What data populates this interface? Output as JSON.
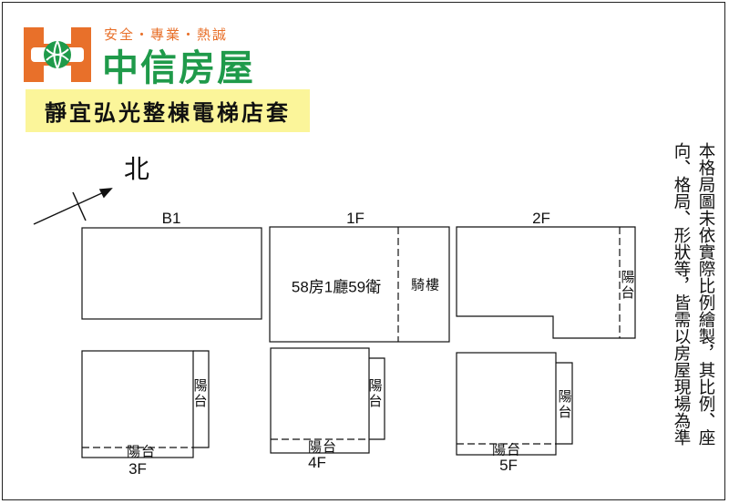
{
  "brand": {
    "slogan": "安全・專業・熱誠",
    "name": "中信房屋",
    "logo_colors": {
      "orange": "#e8702a",
      "green": "#1f9a4a"
    }
  },
  "listing_title": "靜宜弘光整棟電梯店套",
  "compass": {
    "label": "北"
  },
  "floors": {
    "b1": {
      "label": "B1"
    },
    "f1": {
      "label": "1F",
      "rooms": "58房1廳59衛",
      "arcade": "騎樓"
    },
    "f2": {
      "label": "2F",
      "balcony": "陽台"
    },
    "f3": {
      "label": "3F",
      "balcony_side": "陽台",
      "balcony_bottom": "陽台"
    },
    "f4": {
      "label": "4F",
      "balcony_side": "陽台",
      "balcony_bottom": "陽台"
    },
    "f5": {
      "label": "5F",
      "balcony_side": "陽台",
      "balcony_bottom": "陽台"
    }
  },
  "disclaimer": {
    "line1": "本格局圖未依實際比例繪製，其比例、座",
    "line2": "向、格局、形狀等，皆需以房屋現場為準"
  }
}
